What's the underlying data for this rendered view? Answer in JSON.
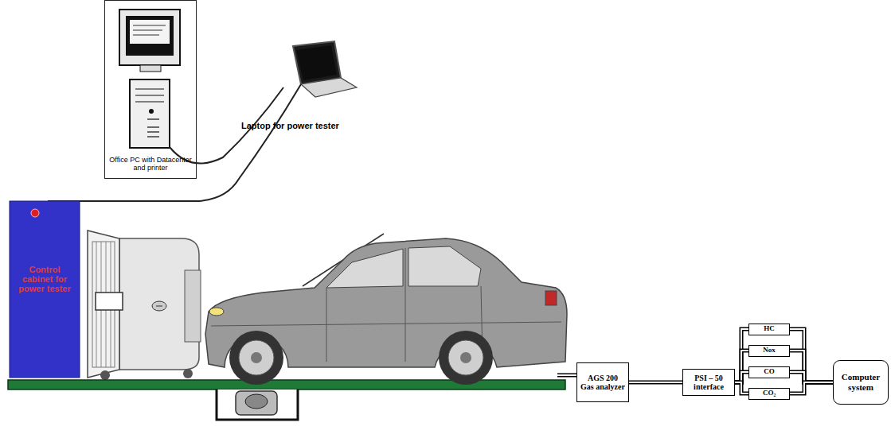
{
  "diagram": {
    "nodes": [
      {
        "text": [
          "Office PC with Datacenter and printer"
        ]
      },
      {
        "text": [
          "Control cabinet for power tester"
        ]
      },
      {
        "text": [
          "AGS 200 Gas analyzer"
        ]
      },
      {
        "text": [
          "PSI – 50 interface"
        ]
      },
      {
        "text": [
          "HC"
        ]
      },
      {
        "text": [
          "Nox"
        ]
      },
      {
        "text": [
          "CO"
        ]
      },
      {
        "text": [
          "CO₂"
        ]
      },
      {
        "text": [
          "Computer system"
        ]
      }
    ],
    "edges": [
      {
        "from": 2,
        "to": 3,
        "arrow": "none"
      },
      {
        "from": 3,
        "to": 4,
        "arrow": "none"
      },
      {
        "from": 3,
        "to": 5,
        "arrow": "none"
      },
      {
        "from": 3,
        "to": 6,
        "arrow": "none"
      },
      {
        "from": 3,
        "to": 7,
        "arrow": "none"
      },
      {
        "from": 4,
        "to": 8,
        "arrow": "none"
      },
      {
        "from": 5,
        "to": 8,
        "arrow": "none"
      },
      {
        "from": 6,
        "to": 8,
        "arrow": "none"
      },
      {
        "from": 7,
        "to": 8,
        "arrow": "none"
      }
    ],
    "labels": [
      "Laptop for power tester"
    ]
  }
}
